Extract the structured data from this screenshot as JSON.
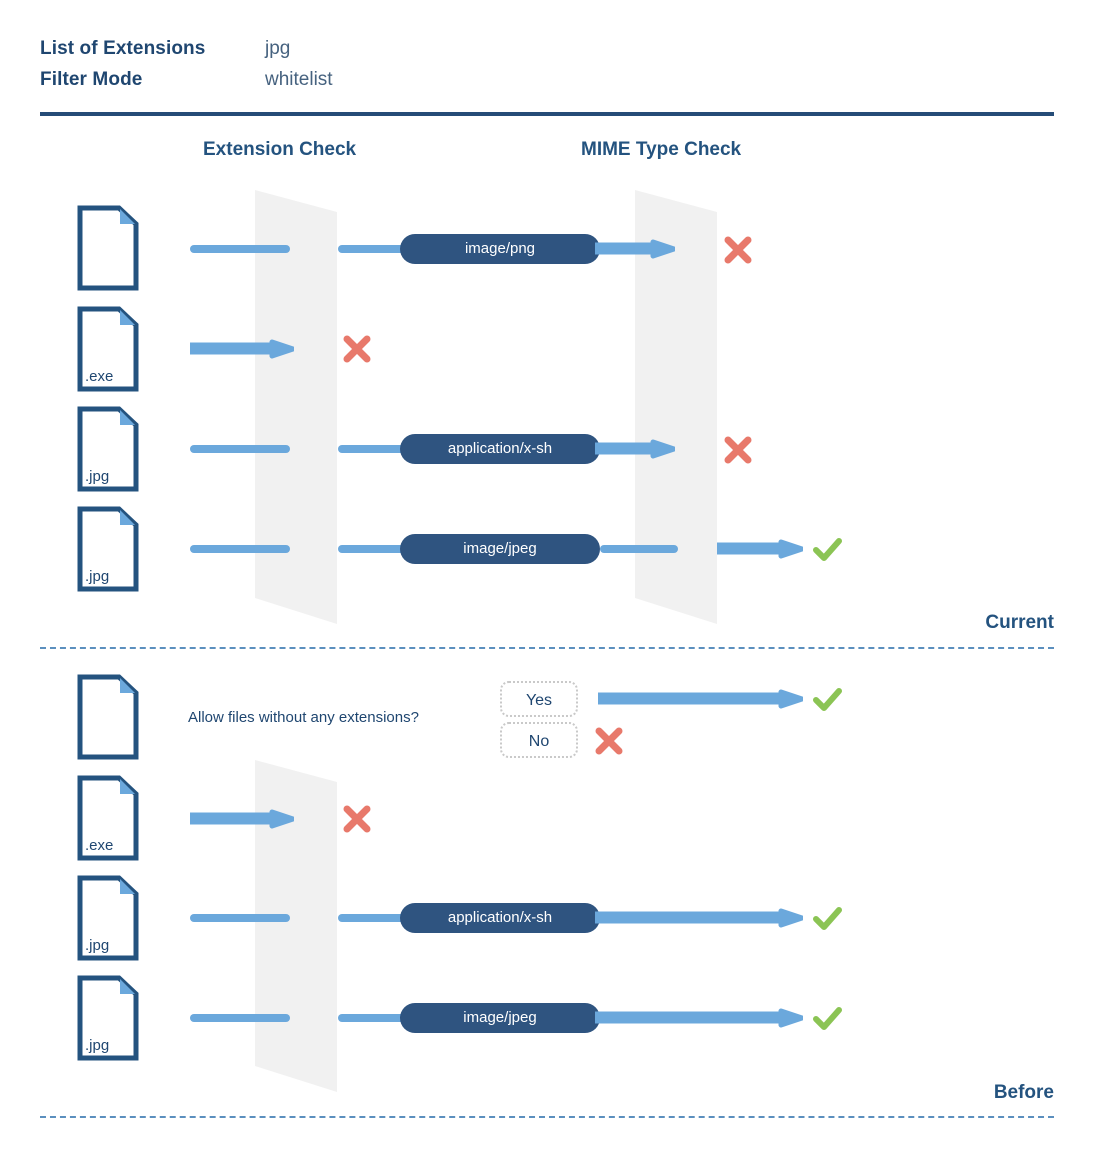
{
  "header": {
    "rows": [
      {
        "label": "List of Extensions",
        "value": "jpg"
      },
      {
        "label": "Filter Mode",
        "value": "whitelist"
      }
    ]
  },
  "columns": {
    "extension_check": "Extension Check",
    "mime_type_check": "MIME Type Check"
  },
  "sections": [
    {
      "tag": "Current",
      "rows": [
        {
          "file_extension": "",
          "extension_result": "pass",
          "mime_label": "image/png",
          "mime_result": "fail",
          "verdict": "cross"
        },
        {
          "file_extension": ".exe",
          "extension_result": "fail",
          "mime_label": "",
          "mime_result": "",
          "verdict": "cross"
        },
        {
          "file_extension": ".jpg",
          "extension_result": "pass",
          "mime_label": "application/x-sh",
          "mime_result": "fail",
          "verdict": "cross"
        },
        {
          "file_extension": ".jpg",
          "extension_result": "pass",
          "mime_label": "image/jpeg",
          "mime_result": "pass",
          "verdict": "check"
        }
      ]
    },
    {
      "tag": "Before",
      "rows": [
        {
          "file_extension": "",
          "question": "Allow files without any extensions?",
          "choices": [
            {
              "label": "Yes",
              "verdict": "check"
            },
            {
              "label": "No",
              "verdict": "cross"
            }
          ]
        },
        {
          "file_extension": ".exe",
          "extension_result": "fail",
          "mime_label": "",
          "verdict": "cross"
        },
        {
          "file_extension": ".jpg",
          "extension_result": "pass",
          "mime_label": "application/x-sh",
          "verdict": "check"
        },
        {
          "file_extension": ".jpg",
          "extension_result": "pass",
          "mime_label": "image/jpeg",
          "verdict": "check"
        }
      ]
    }
  ],
  "colors": {
    "navy": "#24537f",
    "pill_navy": "#2f5480",
    "arrow_blue": "#6ba8dc",
    "gate_gray": "#f1f1f1",
    "cross_red": "#e8796b",
    "check_green": "#8bc454"
  },
  "icons": {
    "file": "file-icon",
    "cross": "cross-icon",
    "check": "check-icon",
    "arrow": "arrow-right-icon"
  }
}
